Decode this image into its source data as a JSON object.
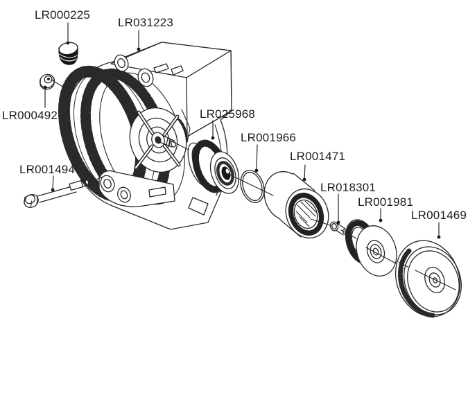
{
  "diagram": {
    "type": "exploded-parts-diagram",
    "background_color": "#ffffff",
    "line_color": "#262626",
    "label_text_color": "#1c1c1c",
    "part_numbers": [
      "LR000225",
      "LR031223",
      "LR000492",
      "LR001494",
      "LR025968",
      "LR001966",
      "LR001471",
      "LR018301",
      "LR001981",
      "LR001469"
    ]
  }
}
